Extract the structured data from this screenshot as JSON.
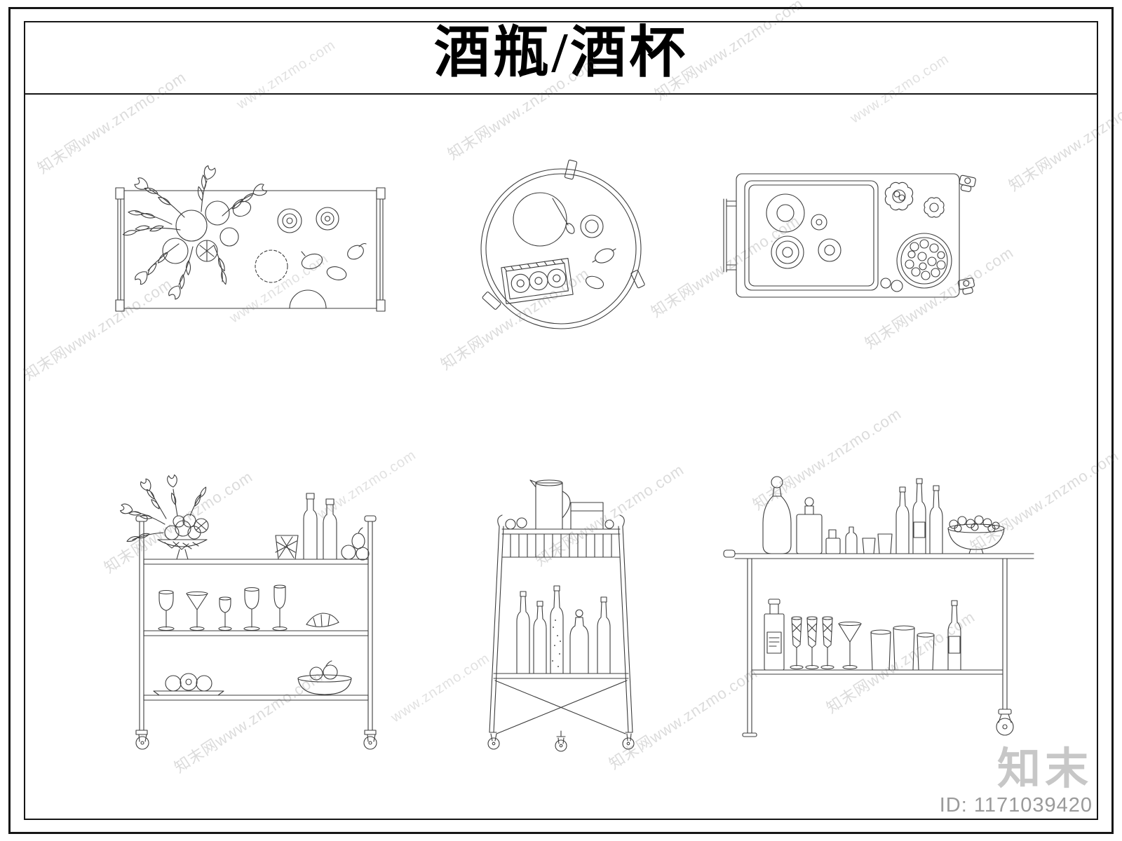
{
  "sheet": {
    "title": "酒瓶/酒杯"
  },
  "watermark": {
    "text": "知末网www.znzmo.com",
    "short_text": "www.znzmo.com"
  },
  "brand": {
    "logo": "知末",
    "id": "ID: 1171039420"
  }
}
